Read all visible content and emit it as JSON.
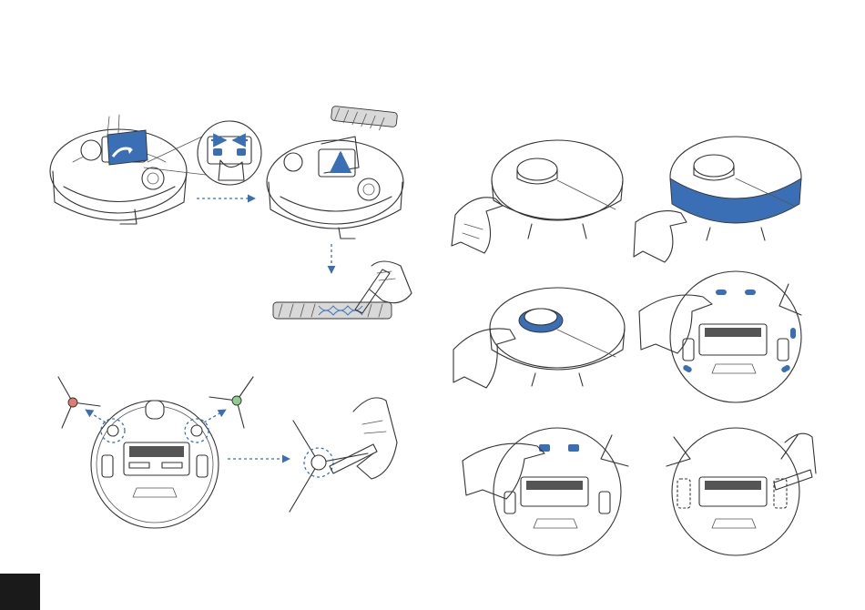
{
  "colors": {
    "accent_blue": "#3a6fb6",
    "line": "#333333",
    "left_brush_marker": "#e07a74",
    "right_brush_marker": "#8fce8f",
    "page_tab": "#1a1a1a"
  },
  "icons": [
    "robot-cover-open-illustration",
    "brush-guard-release-zoom",
    "main-brush-removal-illustration",
    "main-brush-hair-cutting-illustration",
    "robot-underside-side-brushes-illustration",
    "side-brush-cleaning-illustration",
    "wipe-bumper-illustration",
    "wipe-sensor-strip-illustration",
    "wipe-lds-cover-illustration",
    "wipe-cliff-sensors-illustration",
    "wipe-charging-contacts-illustration",
    "clean-wheel-area-illustration"
  ]
}
